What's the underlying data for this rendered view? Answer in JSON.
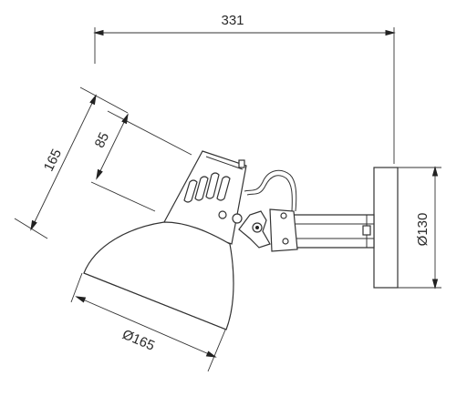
{
  "dimensions": {
    "width_label": "331",
    "shade_height_label": "165",
    "neck_height_label": "85",
    "shade_diameter_label": "Ø165",
    "base_diameter_label": "Ø130"
  },
  "colors": {
    "line": "#333333",
    "background": "#ffffff"
  }
}
